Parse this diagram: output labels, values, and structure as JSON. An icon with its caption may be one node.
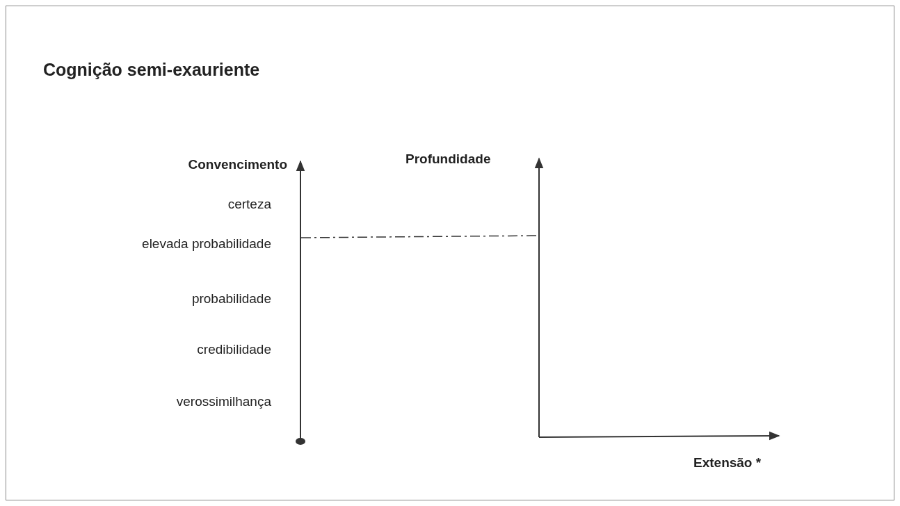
{
  "diagram": {
    "title": "Cognição semi-exauriente",
    "labels": [
      "Convencimento",
      "certeza",
      "elevada probabilidade",
      "probabilidade",
      "credibilidade",
      "verossimilhança",
      "Profundidade",
      "Extensão *"
    ]
  }
}
